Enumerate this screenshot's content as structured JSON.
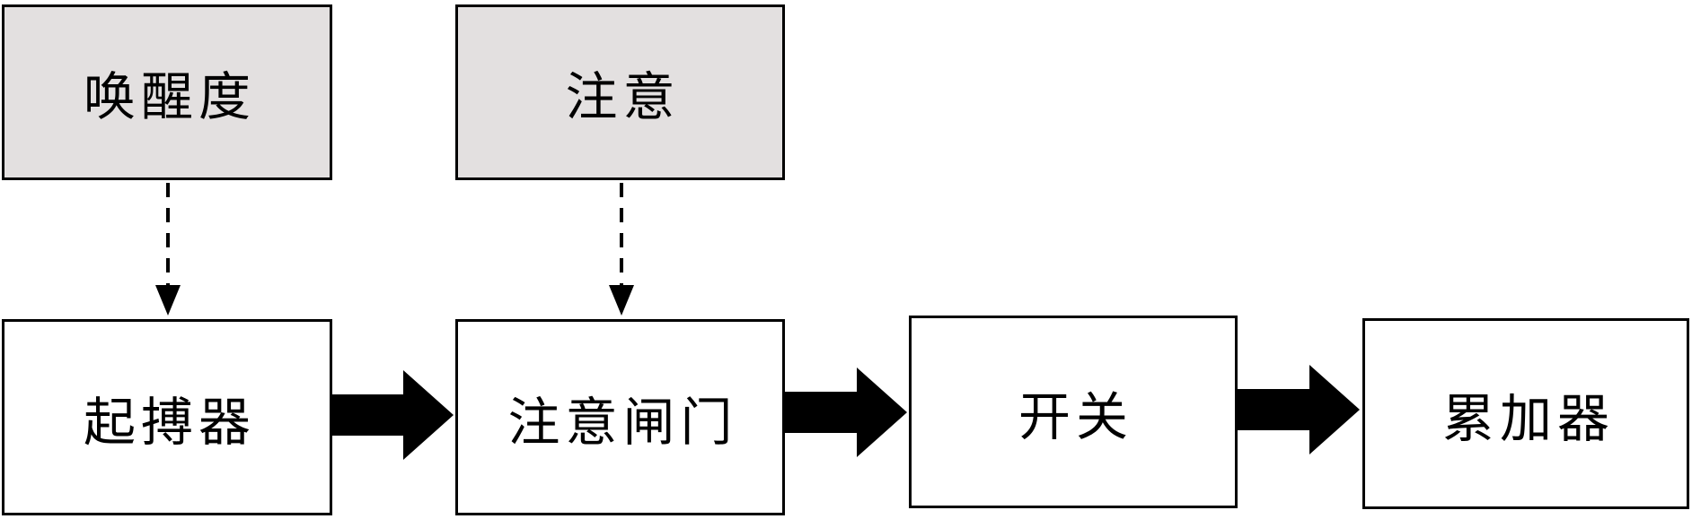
{
  "diagram": {
    "title": "attentional-gate-model-flowchart",
    "top_boxes": [
      {
        "id": "arousal",
        "label": "唤醒度"
      },
      {
        "id": "attention",
        "label": "注意"
      }
    ],
    "bottom_boxes": [
      {
        "id": "pacemaker",
        "label": "起搏器"
      },
      {
        "id": "gate",
        "label": "注意闸门"
      },
      {
        "id": "switch",
        "label": "开关"
      },
      {
        "id": "accumulator",
        "label": "累加器"
      }
    ],
    "connections": [
      {
        "from": "arousal",
        "to": "pacemaker",
        "style": "dashed-arrow"
      },
      {
        "from": "attention",
        "to": "gate",
        "style": "dashed-arrow"
      },
      {
        "from": "pacemaker",
        "to": "gate",
        "style": "thick-block-arrow"
      },
      {
        "from": "gate",
        "to": "switch",
        "style": "thick-block-arrow"
      },
      {
        "from": "switch",
        "to": "accumulator",
        "style": "thick-block-arrow"
      }
    ],
    "colors": {
      "top_box_fill": "#e3e0e0",
      "bottom_box_fill": "#ffffff",
      "border": "#000000",
      "arrow": "#000000",
      "background": "#ffffff"
    }
  }
}
